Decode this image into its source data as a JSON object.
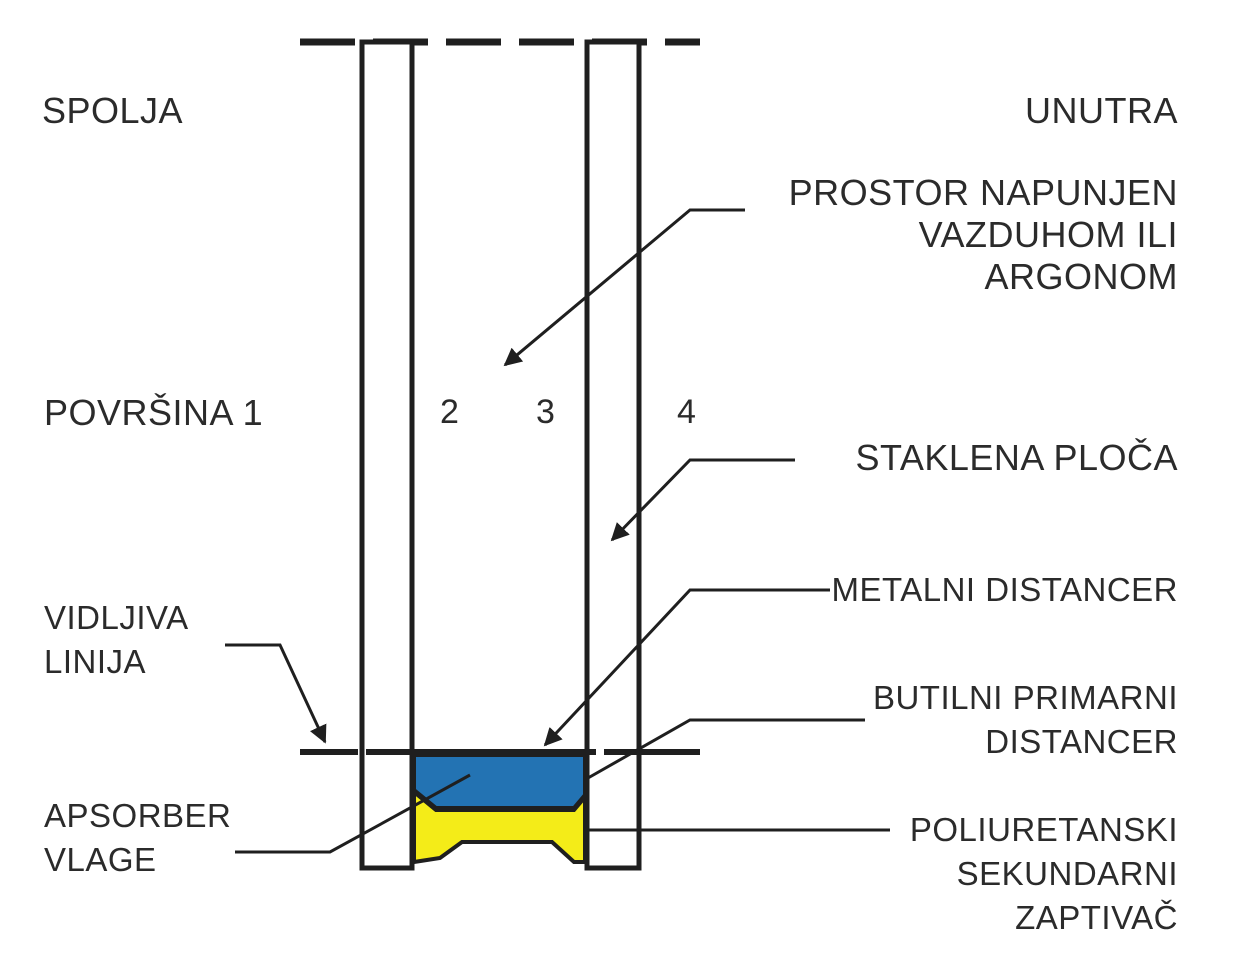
{
  "labels": {
    "outside": "SPOLJA",
    "inside": "UNUTRA",
    "gas_fill": [
      "PROSTOR NAPUNJEN",
      "VAZDUHOM ILI",
      "ARGONOM"
    ],
    "surface_1": "POVRŠINA 1",
    "surface_2": "2",
    "surface_3": "3",
    "surface_4": "4",
    "glass_pane": "STAKLENA PLOČA",
    "metal_spacer": "METALNI DISTANCER",
    "sight_line": [
      "VIDLJIVA",
      "LINIJA"
    ],
    "butyl_primary": [
      "BUTILNI PRIMARNI",
      "DISTANCER"
    ],
    "desiccant": [
      "APSORBER",
      "VLAGE"
    ],
    "pu_secondary": [
      "POLIURETANSKI",
      "SEKUNDARNI",
      "ZAPTIVAČ"
    ]
  },
  "colors": {
    "line": "#1f1f1f",
    "spacer_blue": "#2373b3",
    "sealant_yellow": "#f4ec18",
    "text": "#2b2b2b"
  }
}
